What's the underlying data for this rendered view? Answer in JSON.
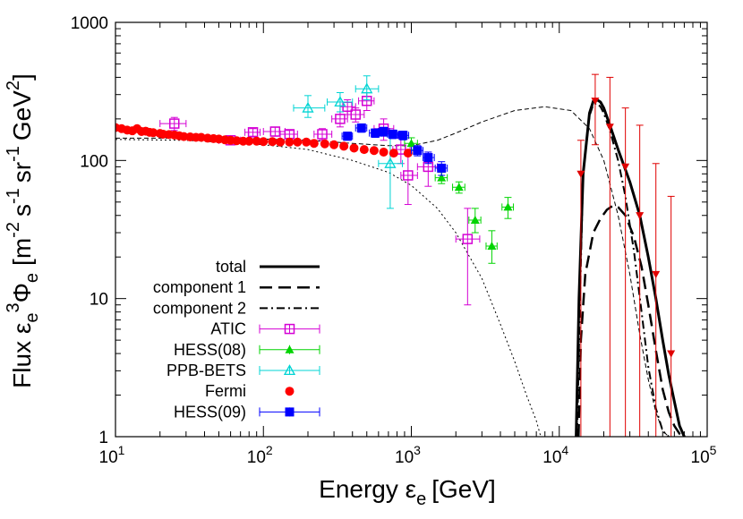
{
  "chart_data": {
    "type": "scatter",
    "xlabel_text": "Energy ε",
    "xlabel_sub": "e",
    "xlabel_unit": "[GeV]",
    "ylabel_text": "Flux ε",
    "ylabel_sub1": "e",
    "ylabel_sup1": "3",
    "ylabel_mid": "Φ",
    "ylabel_sub2": "e",
    "ylabel_unit_open": "[m",
    "ylabel_sup_m": "-2",
    "ylabel_s": "s",
    "ylabel_sup_s": "-1",
    "ylabel_sr": "sr",
    "ylabel_sup_sr": "-1",
    "ylabel_gev": "GeV",
    "ylabel_sup_gev": "2",
    "ylabel_close": "]",
    "xscale": "log",
    "yscale": "log",
    "xlim": [
      10,
      100000
    ],
    "ylim": [
      1,
      1000
    ],
    "x_ticks": [
      {
        "value": 10,
        "base": "10",
        "exp": "1"
      },
      {
        "value": 100,
        "base": "10",
        "exp": "2"
      },
      {
        "value": 1000,
        "base": "10",
        "exp": "3"
      },
      {
        "value": 10000,
        "base": "10",
        "exp": "4"
      },
      {
        "value": 100000,
        "base": "10",
        "exp": "5"
      }
    ],
    "y_ticks": [
      {
        "value": 1,
        "label": "1"
      },
      {
        "value": 10,
        "label": "10"
      },
      {
        "value": 100,
        "label": "100"
      },
      {
        "value": 1000,
        "label": "1000"
      }
    ],
    "grid": false,
    "legend_position": "bottom-left",
    "legend": [
      {
        "label": "total",
        "kind": "line",
        "color": "#000000",
        "dash": "",
        "width": 3
      },
      {
        "label": "component 1",
        "kind": "line",
        "color": "#000000",
        "dash": "14,7",
        "width": 2.5
      },
      {
        "label": "component 2",
        "kind": "line",
        "color": "#000000",
        "dash": "9,4,2,4",
        "width": 2
      },
      {
        "label": "ATIC",
        "kind": "marker",
        "marker": "square-open",
        "color": "#d400d4"
      },
      {
        "label": "HESS(08)",
        "kind": "marker",
        "marker": "triangle-filled",
        "color": "#00d400"
      },
      {
        "label": "PPB-BETS",
        "kind": "marker",
        "marker": "triangle-open",
        "color": "#00d4d4"
      },
      {
        "label": "Fermi",
        "kind": "marker",
        "marker": "circle-filled",
        "color": "#ff0000",
        "noerr": true
      },
      {
        "label": "HESS(09)",
        "kind": "marker",
        "marker": "square-filled",
        "color": "#0000ff"
      }
    ],
    "curves": [
      {
        "name": "background",
        "color": "#000000",
        "dash": "2,3",
        "width": 1,
        "x": [
          10,
          30,
          100,
          200,
          400,
          700,
          1000,
          1500,
          2000,
          3000,
          4000,
          5000,
          6000,
          7000,
          7500
        ],
        "y": [
          142,
          140,
          130,
          120,
          100,
          82,
          66,
          45,
          30,
          14,
          6.5,
          3.5,
          2,
          1.3,
          1
        ]
      },
      {
        "name": "component1-wide",
        "color": "#000000",
        "dash": "5,3",
        "width": 1,
        "x": [
          10,
          30,
          100,
          200,
          400,
          700,
          1000,
          1500,
          2000,
          3000,
          5000,
          8000,
          12000,
          16000,
          20000,
          25000,
          30000,
          35000,
          40000,
          45000,
          50000,
          55000
        ],
        "y": [
          145,
          145,
          143,
          140,
          133,
          128,
          128,
          140,
          158,
          190,
          230,
          245,
          230,
          170,
          100,
          40,
          15,
          5.5,
          2.6,
          1.5,
          1.1,
          1
        ]
      },
      {
        "name": "total",
        "color": "#000000",
        "dash": "",
        "width": 3,
        "x": [
          13000,
          13600,
          14500,
          16000,
          17000,
          18000,
          19000,
          20000,
          22000,
          25000,
          30000,
          35000,
          40000,
          45000,
          50000,
          55000,
          60000,
          65000,
          70000
        ],
        "y": [
          1,
          10,
          80,
          220,
          270,
          275,
          265,
          240,
          180,
          120,
          70,
          40,
          20,
          10,
          5,
          2.8,
          1.8,
          1.2,
          1
        ]
      },
      {
        "name": "component 1",
        "color": "#000000",
        "dash": "14,7",
        "width": 2.5,
        "x": [
          13500,
          14000,
          15000,
          17000,
          19000,
          21000,
          23000,
          25000,
          28000,
          32000,
          36000,
          40000,
          45000,
          50000,
          55000,
          60000,
          65000,
          70000
        ],
        "y": [
          1,
          5,
          15,
          30,
          38,
          44,
          47,
          46,
          40,
          28,
          17,
          9,
          4.2,
          2.2,
          1.5,
          1.2,
          1.05,
          1
        ]
      },
      {
        "name": "component 2",
        "color": "#000000",
        "dash": "9,4,2,4",
        "width": 2,
        "x": [
          13200,
          13800,
          14500,
          16000,
          17000,
          18000,
          19000,
          20000,
          22000,
          25000,
          28000,
          32000,
          36000,
          40000,
          45000,
          50000,
          55000
        ],
        "y": [
          1,
          10,
          80,
          210,
          255,
          260,
          245,
          220,
          165,
          100,
          55,
          22,
          8,
          3.2,
          1.6,
          1.1,
          1
        ]
      }
    ],
    "series": [
      {
        "name": "ATIC",
        "marker": "square-open",
        "color": "#d400d4",
        "points": [
          {
            "x": 25,
            "y": 185,
            "ylo": 165,
            "yhi": 205,
            "xlo": 20,
            "xhi": 30
          },
          {
            "x": 60,
            "y": 140,
            "ylo": 130,
            "yhi": 150,
            "xlo": 50,
            "xhi": 70
          },
          {
            "x": 85,
            "y": 160,
            "ylo": 150,
            "yhi": 170,
            "xlo": 75,
            "xhi": 95
          },
          {
            "x": 120,
            "y": 162,
            "ylo": 150,
            "yhi": 174,
            "xlo": 100,
            "xhi": 140
          },
          {
            "x": 150,
            "y": 155,
            "ylo": 145,
            "yhi": 165,
            "xlo": 130,
            "xhi": 170
          },
          {
            "x": 250,
            "y": 155,
            "ylo": 140,
            "yhi": 170,
            "xlo": 220,
            "xhi": 290
          },
          {
            "x": 330,
            "y": 200,
            "ylo": 175,
            "yhi": 225,
            "xlo": 290,
            "xhi": 370
          },
          {
            "x": 370,
            "y": 245,
            "ylo": 215,
            "yhi": 275,
            "xlo": 330,
            "xhi": 420
          },
          {
            "x": 420,
            "y": 215,
            "ylo": 190,
            "yhi": 240,
            "xlo": 370,
            "xhi": 480
          },
          {
            "x": 500,
            "y": 270,
            "ylo": 230,
            "yhi": 310,
            "xlo": 440,
            "xhi": 560
          },
          {
            "x": 650,
            "y": 170,
            "ylo": 140,
            "yhi": 200,
            "xlo": 560,
            "xhi": 760
          },
          {
            "x": 850,
            "y": 120,
            "ylo": 95,
            "yhi": 145,
            "xlo": 750,
            "xhi": 980
          },
          {
            "x": 950,
            "y": 78,
            "ylo": 48,
            "yhi": 110,
            "xlo": 850,
            "xhi": 1100
          },
          {
            "x": 1300,
            "y": 90,
            "ylo": 65,
            "yhi": 115,
            "xlo": 1100,
            "xhi": 1500
          },
          {
            "x": 2400,
            "y": 27,
            "ylo": 9,
            "yhi": 45,
            "xlo": 2000,
            "xhi": 2900
          }
        ]
      },
      {
        "name": "HESS(08)",
        "marker": "triangle-filled",
        "color": "#00d400",
        "points": [
          {
            "x": 1000,
            "y": 133,
            "ylo": 120,
            "yhi": 146,
            "xlo": 900,
            "xhi": 1100
          },
          {
            "x": 1600,
            "y": 75,
            "ylo": 68,
            "yhi": 82,
            "xlo": 1450,
            "xhi": 1750
          },
          {
            "x": 2100,
            "y": 64,
            "ylo": 58,
            "yhi": 70,
            "xlo": 1900,
            "xhi": 2300
          },
          {
            "x": 2700,
            "y": 37,
            "ylo": 30,
            "yhi": 45,
            "xlo": 2450,
            "xhi": 2950
          },
          {
            "x": 3500,
            "y": 24,
            "ylo": 18,
            "yhi": 31,
            "xlo": 3200,
            "xhi": 3800
          },
          {
            "x": 4500,
            "y": 46,
            "ylo": 38,
            "yhi": 54,
            "xlo": 4100,
            "xhi": 4900
          }
        ]
      },
      {
        "name": "PPB-BETS",
        "marker": "triangle-open",
        "color": "#00d4d4",
        "points": [
          {
            "x": 200,
            "y": 240,
            "ylo": 205,
            "yhi": 295,
            "xlo": 160,
            "xhi": 260
          },
          {
            "x": 330,
            "y": 265,
            "ylo": 225,
            "yhi": 310,
            "xlo": 270,
            "xhi": 400
          },
          {
            "x": 500,
            "y": 330,
            "ylo": 275,
            "yhi": 410,
            "xlo": 420,
            "xhi": 600
          },
          {
            "x": 720,
            "y": 95,
            "ylo": 45,
            "yhi": 150,
            "xlo": 600,
            "xhi": 870
          }
        ]
      },
      {
        "name": "Fermi",
        "marker": "circle-filled",
        "color": "#ff0000",
        "points": [
          {
            "x": 10,
            "y": 173
          },
          {
            "x": 11,
            "y": 170
          },
          {
            "x": 12,
            "y": 166
          },
          {
            "x": 13,
            "y": 164
          },
          {
            "x": 14,
            "y": 170
          },
          {
            "x": 15,
            "y": 162
          },
          {
            "x": 16,
            "y": 163
          },
          {
            "x": 17,
            "y": 160
          },
          {
            "x": 18,
            "y": 159
          },
          {
            "x": 20,
            "y": 157
          },
          {
            "x": 21,
            "y": 155
          },
          {
            "x": 23,
            "y": 154
          },
          {
            "x": 25,
            "y": 153
          },
          {
            "x": 27,
            "y": 151
          },
          {
            "x": 29,
            "y": 149
          },
          {
            "x": 32,
            "y": 148
          },
          {
            "x": 35,
            "y": 147
          },
          {
            "x": 38,
            "y": 147
          },
          {
            "x": 42,
            "y": 145
          },
          {
            "x": 46,
            "y": 144
          },
          {
            "x": 50,
            "y": 143
          },
          {
            "x": 55,
            "y": 141
          },
          {
            "x": 60,
            "y": 140
          },
          {
            "x": 66,
            "y": 139
          },
          {
            "x": 73,
            "y": 138
          },
          {
            "x": 80,
            "y": 138
          },
          {
            "x": 90,
            "y": 138
          },
          {
            "x": 100,
            "y": 137
          },
          {
            "x": 115,
            "y": 137
          },
          {
            "x": 130,
            "y": 136
          },
          {
            "x": 150,
            "y": 136
          },
          {
            "x": 170,
            "y": 136
          },
          {
            "x": 195,
            "y": 136
          },
          {
            "x": 220,
            "y": 133
          },
          {
            "x": 260,
            "y": 132
          },
          {
            "x": 300,
            "y": 130
          },
          {
            "x": 350,
            "y": 127
          },
          {
            "x": 410,
            "y": 123
          },
          {
            "x": 480,
            "y": 120
          },
          {
            "x": 560,
            "y": 118
          },
          {
            "x": 650,
            "y": 115
          },
          {
            "x": 760,
            "y": 113
          },
          {
            "x": 950,
            "y": 113
          }
        ]
      },
      {
        "name": "HESS(09)",
        "marker": "square-filled",
        "color": "#0000ff",
        "points": [
          {
            "x": 370,
            "y": 150,
            "ylo": 140,
            "yhi": 160,
            "xlo": 340,
            "xhi": 400
          },
          {
            "x": 460,
            "y": 172,
            "ylo": 160,
            "yhi": 184,
            "xlo": 420,
            "xhi": 500
          },
          {
            "x": 570,
            "y": 158,
            "ylo": 147,
            "yhi": 169,
            "xlo": 520,
            "xhi": 620
          },
          {
            "x": 650,
            "y": 162,
            "ylo": 150,
            "yhi": 174,
            "xlo": 600,
            "xhi": 710
          },
          {
            "x": 750,
            "y": 155,
            "ylo": 144,
            "yhi": 166,
            "xlo": 690,
            "xhi": 820
          },
          {
            "x": 880,
            "y": 152,
            "ylo": 141,
            "yhi": 163,
            "xlo": 810,
            "xhi": 960
          },
          {
            "x": 1100,
            "y": 118,
            "ylo": 108,
            "yhi": 128,
            "xlo": 1000,
            "xhi": 1200
          },
          {
            "x": 1300,
            "y": 105,
            "ylo": 95,
            "yhi": 115,
            "xlo": 1200,
            "xhi": 1430
          },
          {
            "x": 1600,
            "y": 88,
            "ylo": 78,
            "yhi": 98,
            "xlo": 1450,
            "xhi": 1750
          }
        ]
      },
      {
        "name": "model-points",
        "marker": "triangle-down-filled",
        "color": "#e00000",
        "points": [
          {
            "x": 14000,
            "y": 80,
            "ylo": 1,
            "yhi": 140
          },
          {
            "x": 17500,
            "y": 270,
            "ylo": 130,
            "yhi": 420
          },
          {
            "x": 22000,
            "y": 175,
            "ylo": 1,
            "yhi": 400
          },
          {
            "x": 28000,
            "y": 90,
            "ylo": 1,
            "yhi": 240
          },
          {
            "x": 35000,
            "y": 40,
            "ylo": 1,
            "yhi": 180
          },
          {
            "x": 45000,
            "y": 15,
            "ylo": 1,
            "yhi": 95
          },
          {
            "x": 57000,
            "y": 4,
            "ylo": 1,
            "yhi": 55
          }
        ]
      }
    ]
  }
}
